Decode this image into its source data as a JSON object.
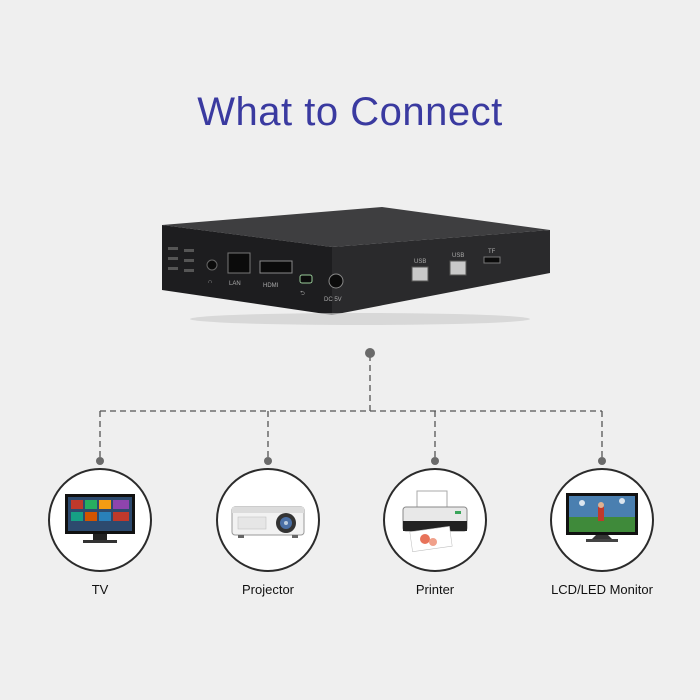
{
  "title": {
    "text": "What to Connect",
    "color": "#3a3aa0"
  },
  "device": {
    "port_labels": {
      "audio": "∩",
      "lan": "LAN",
      "hdmi": "HDMI",
      "usb_otg": "⮌",
      "dc": "DC 5V",
      "usb1": "USB",
      "usb2": "USB",
      "tf": "TF"
    }
  },
  "targets": [
    {
      "id": "tv",
      "label": "TV",
      "icon": "tv-icon"
    },
    {
      "id": "projector",
      "label": "Projector",
      "icon": "projector-icon"
    },
    {
      "id": "printer",
      "label": "Printer",
      "icon": "printer-icon"
    },
    {
      "id": "monitor",
      "label": "LCD/LED Monitor",
      "icon": "monitor-icon"
    }
  ],
  "colors": {
    "background": "#efefef",
    "title": "#3a3aa0",
    "line": "#555555",
    "device_body": "#2e2e30",
    "device_top": "#3d3d3f"
  }
}
